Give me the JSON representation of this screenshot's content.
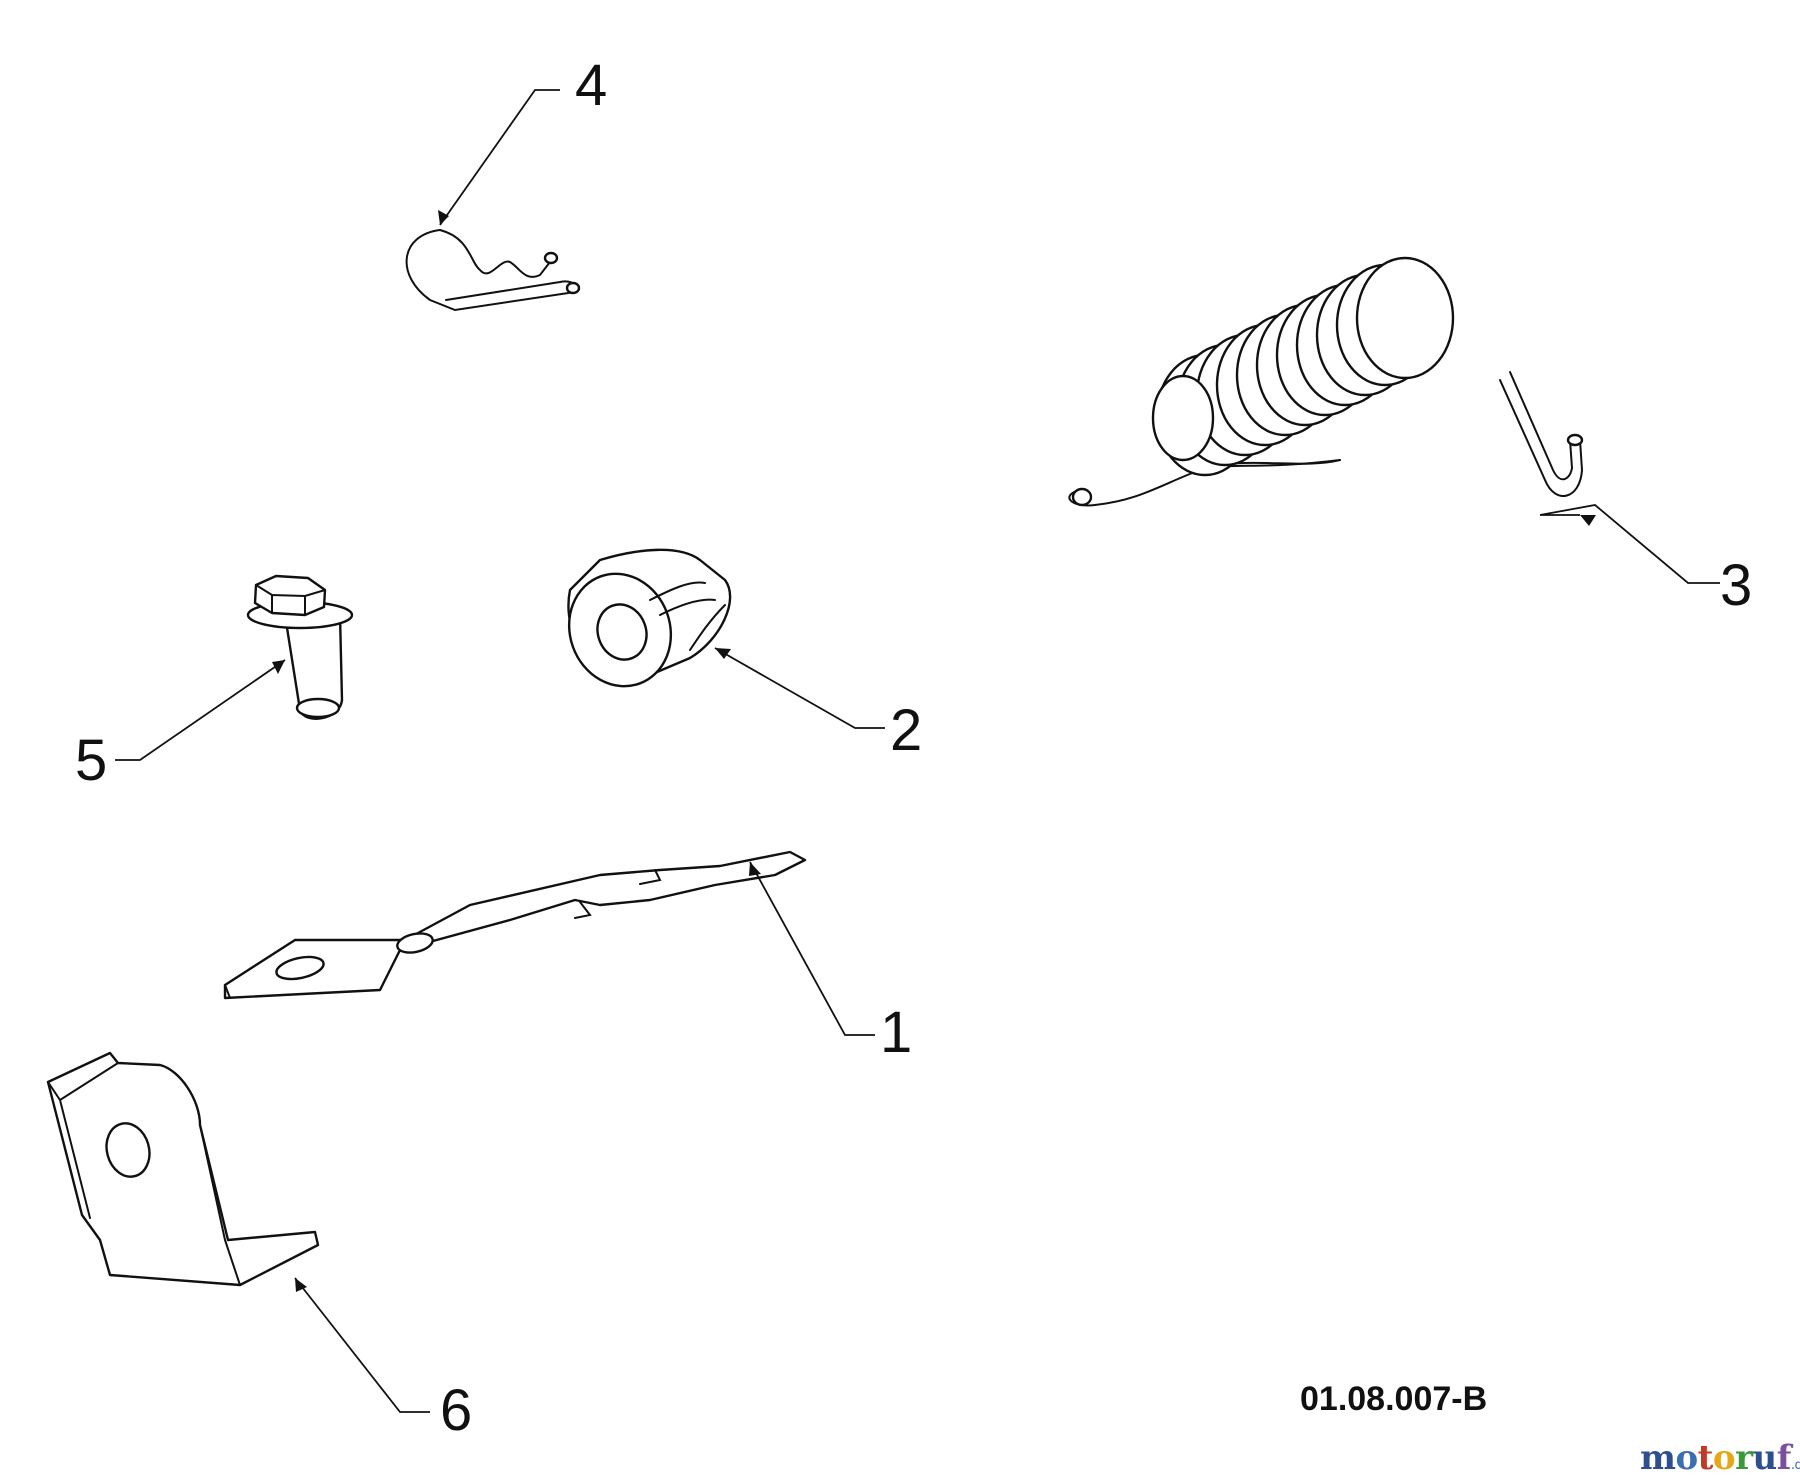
{
  "callouts": {
    "c1": "1",
    "c2": "2",
    "c3": "3",
    "c4": "4",
    "c5": "5",
    "c6": "6"
  },
  "drawing_ref": "01.08.007-B",
  "watermark": {
    "letters": [
      "m",
      "o",
      "t",
      "o",
      "r",
      "u",
      "f"
    ],
    "letter_colors": [
      "#2d4f8f",
      "#3a6fb0",
      "#c0392b",
      "#e6a817",
      "#3a9a3a",
      "#2d4f8f",
      "#7a4fa0"
    ],
    "suffix": ".de"
  }
}
